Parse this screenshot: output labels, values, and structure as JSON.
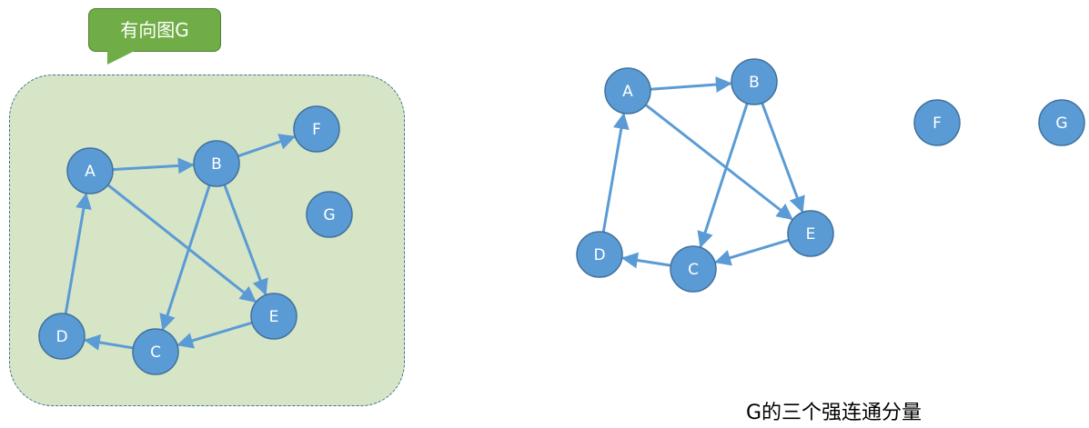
{
  "callout": {
    "text": "有向图G"
  },
  "caption": {
    "text": "G的三个强连通分量"
  },
  "colors": {
    "node_fill": "#5b9bd5",
    "node_stroke": "#41719c",
    "edge": "#5b9bd5",
    "box_fill": "#d5e5c6",
    "box_border": "#41719c",
    "callout_fill": "#70ad47"
  },
  "graphs": [
    {
      "id": "directed-graph-g",
      "nodes": [
        "A",
        "B",
        "C",
        "D",
        "E",
        "F",
        "G"
      ],
      "edges": [
        [
          "A",
          "B"
        ],
        [
          "B",
          "F"
        ],
        [
          "A",
          "E"
        ],
        [
          "B",
          "C"
        ],
        [
          "B",
          "E"
        ],
        [
          "E",
          "C"
        ],
        [
          "C",
          "D"
        ],
        [
          "D",
          "A"
        ]
      ]
    },
    {
      "id": "strongly-connected-components",
      "nodes": [
        "A",
        "B",
        "C",
        "D",
        "E",
        "F",
        "G"
      ],
      "edges": [
        [
          "A",
          "B"
        ],
        [
          "A",
          "E"
        ],
        [
          "B",
          "C"
        ],
        [
          "B",
          "E"
        ],
        [
          "E",
          "C"
        ],
        [
          "C",
          "D"
        ],
        [
          "D",
          "A"
        ]
      ]
    }
  ]
}
